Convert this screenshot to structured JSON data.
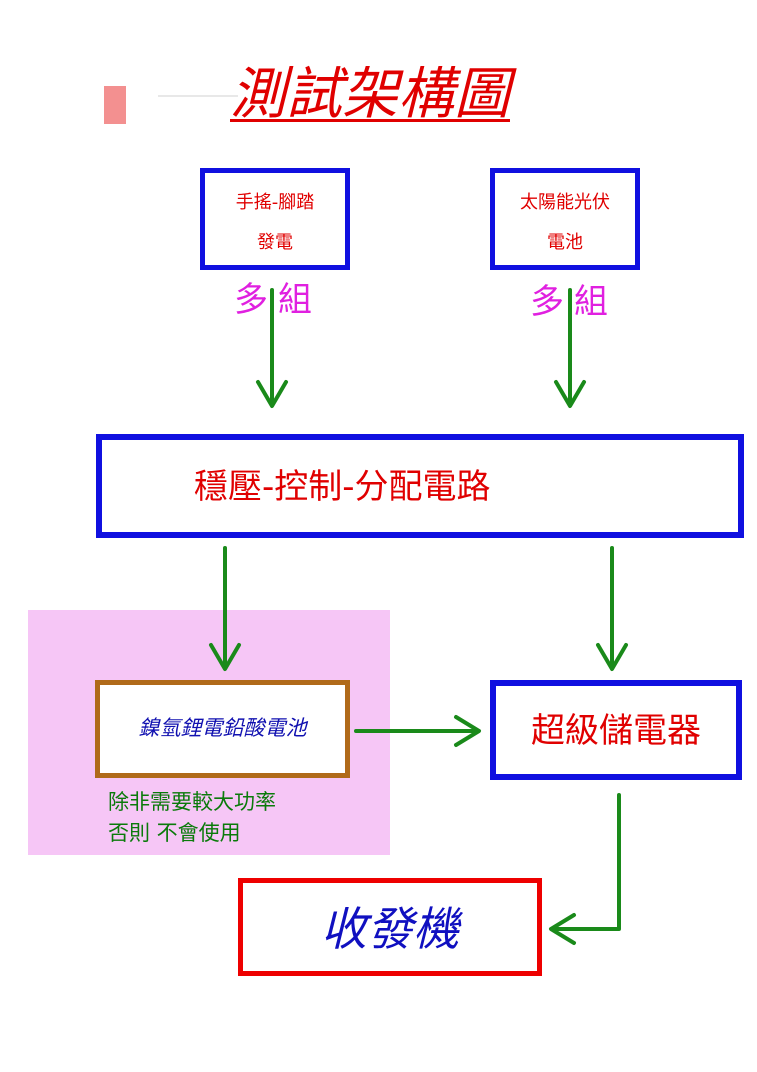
{
  "title": "測試架構圖",
  "sources": [
    {
      "line1": "手搖-腳踏",
      "line2": "發電",
      "multiplier": "多組"
    },
    {
      "line1": "太陽能光伏",
      "line2": "電池",
      "multiplier": "多組"
    }
  ],
  "regulator": {
    "label": "穩壓-控制-分配電路"
  },
  "battery": {
    "label": "鎳氫鋰電鉛酸電池"
  },
  "battery_note": {
    "line1": "除非需要較大功率",
    "line2": "否則 不會使用"
  },
  "supercapacitor": {
    "label": "超級儲電器"
  },
  "transceiver": {
    "label": "收發機"
  },
  "colors": {
    "box_border": "#1010e0",
    "label_red": "#e00000",
    "arrow_green": "#1a8a1a",
    "multiplier_magenta": "#e020e0",
    "battery_border": "#b06a1a",
    "battery_panel": "#f6c6f6",
    "transceiver_border": "#ee0000"
  }
}
